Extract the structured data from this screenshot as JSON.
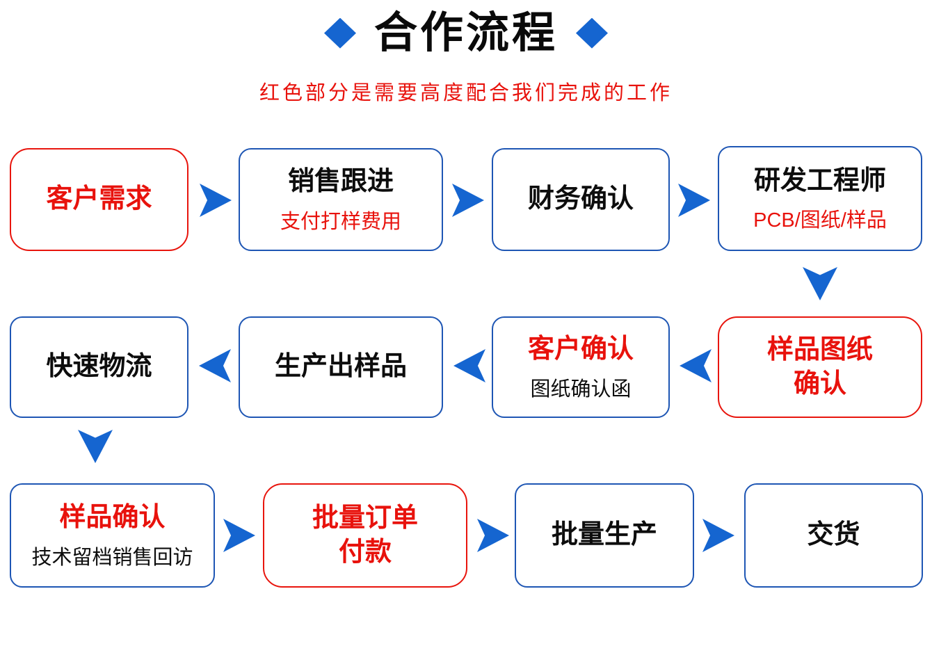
{
  "header": {
    "title": "合作流程",
    "subtitle": "红色部分是需要高度配合我们完成的工作"
  },
  "colors": {
    "arrow_blue": "#1565d0",
    "box_border_blue": "#1e56b4",
    "emphasis_red": "#e8120c",
    "text_black": "#0d0d0d",
    "background": "#ffffff"
  },
  "icons": {
    "title_left": "diamond-icon",
    "title_right": "diamond-icon",
    "connector_right": "chevron-right-arrow-icon",
    "connector_left": "chevron-left-arrow-icon",
    "connector_down": "chevron-down-arrow-icon"
  },
  "flow": {
    "steps": [
      {
        "title": "客户需求",
        "box_style": "red-border",
        "title_color": "red"
      },
      {
        "title": "销售跟进",
        "subtitle": "支付打样费用",
        "box_style": "blue-border",
        "title_color": "black",
        "subtitle_color": "red"
      },
      {
        "title": "财务确认",
        "box_style": "blue-border",
        "title_color": "black"
      },
      {
        "title": "研发工程师",
        "subtitle": "PCB/图纸/样品",
        "box_style": "blue-border",
        "title_color": "black",
        "subtitle_color": "red"
      },
      {
        "title": "样品图纸\n确认",
        "box_style": "red-border",
        "title_color": "red"
      },
      {
        "title": "客户确认",
        "subtitle": "图纸确认函",
        "box_style": "blue-border",
        "title_color": "red",
        "subtitle_color": "black"
      },
      {
        "title": "生产出样品",
        "box_style": "blue-border",
        "title_color": "black"
      },
      {
        "title": "快速物流",
        "box_style": "blue-border",
        "title_color": "black"
      },
      {
        "title": "样品确认",
        "subtitle": "技术留档销售回访",
        "box_style": "blue-border",
        "title_color": "red",
        "subtitle_color": "black"
      },
      {
        "title": "批量订单\n付款",
        "box_style": "red-border",
        "title_color": "red"
      },
      {
        "title": "批量生产",
        "box_style": "blue-border",
        "title_color": "black"
      },
      {
        "title": "交货",
        "box_style": "blue-border",
        "title_color": "black"
      }
    ]
  }
}
